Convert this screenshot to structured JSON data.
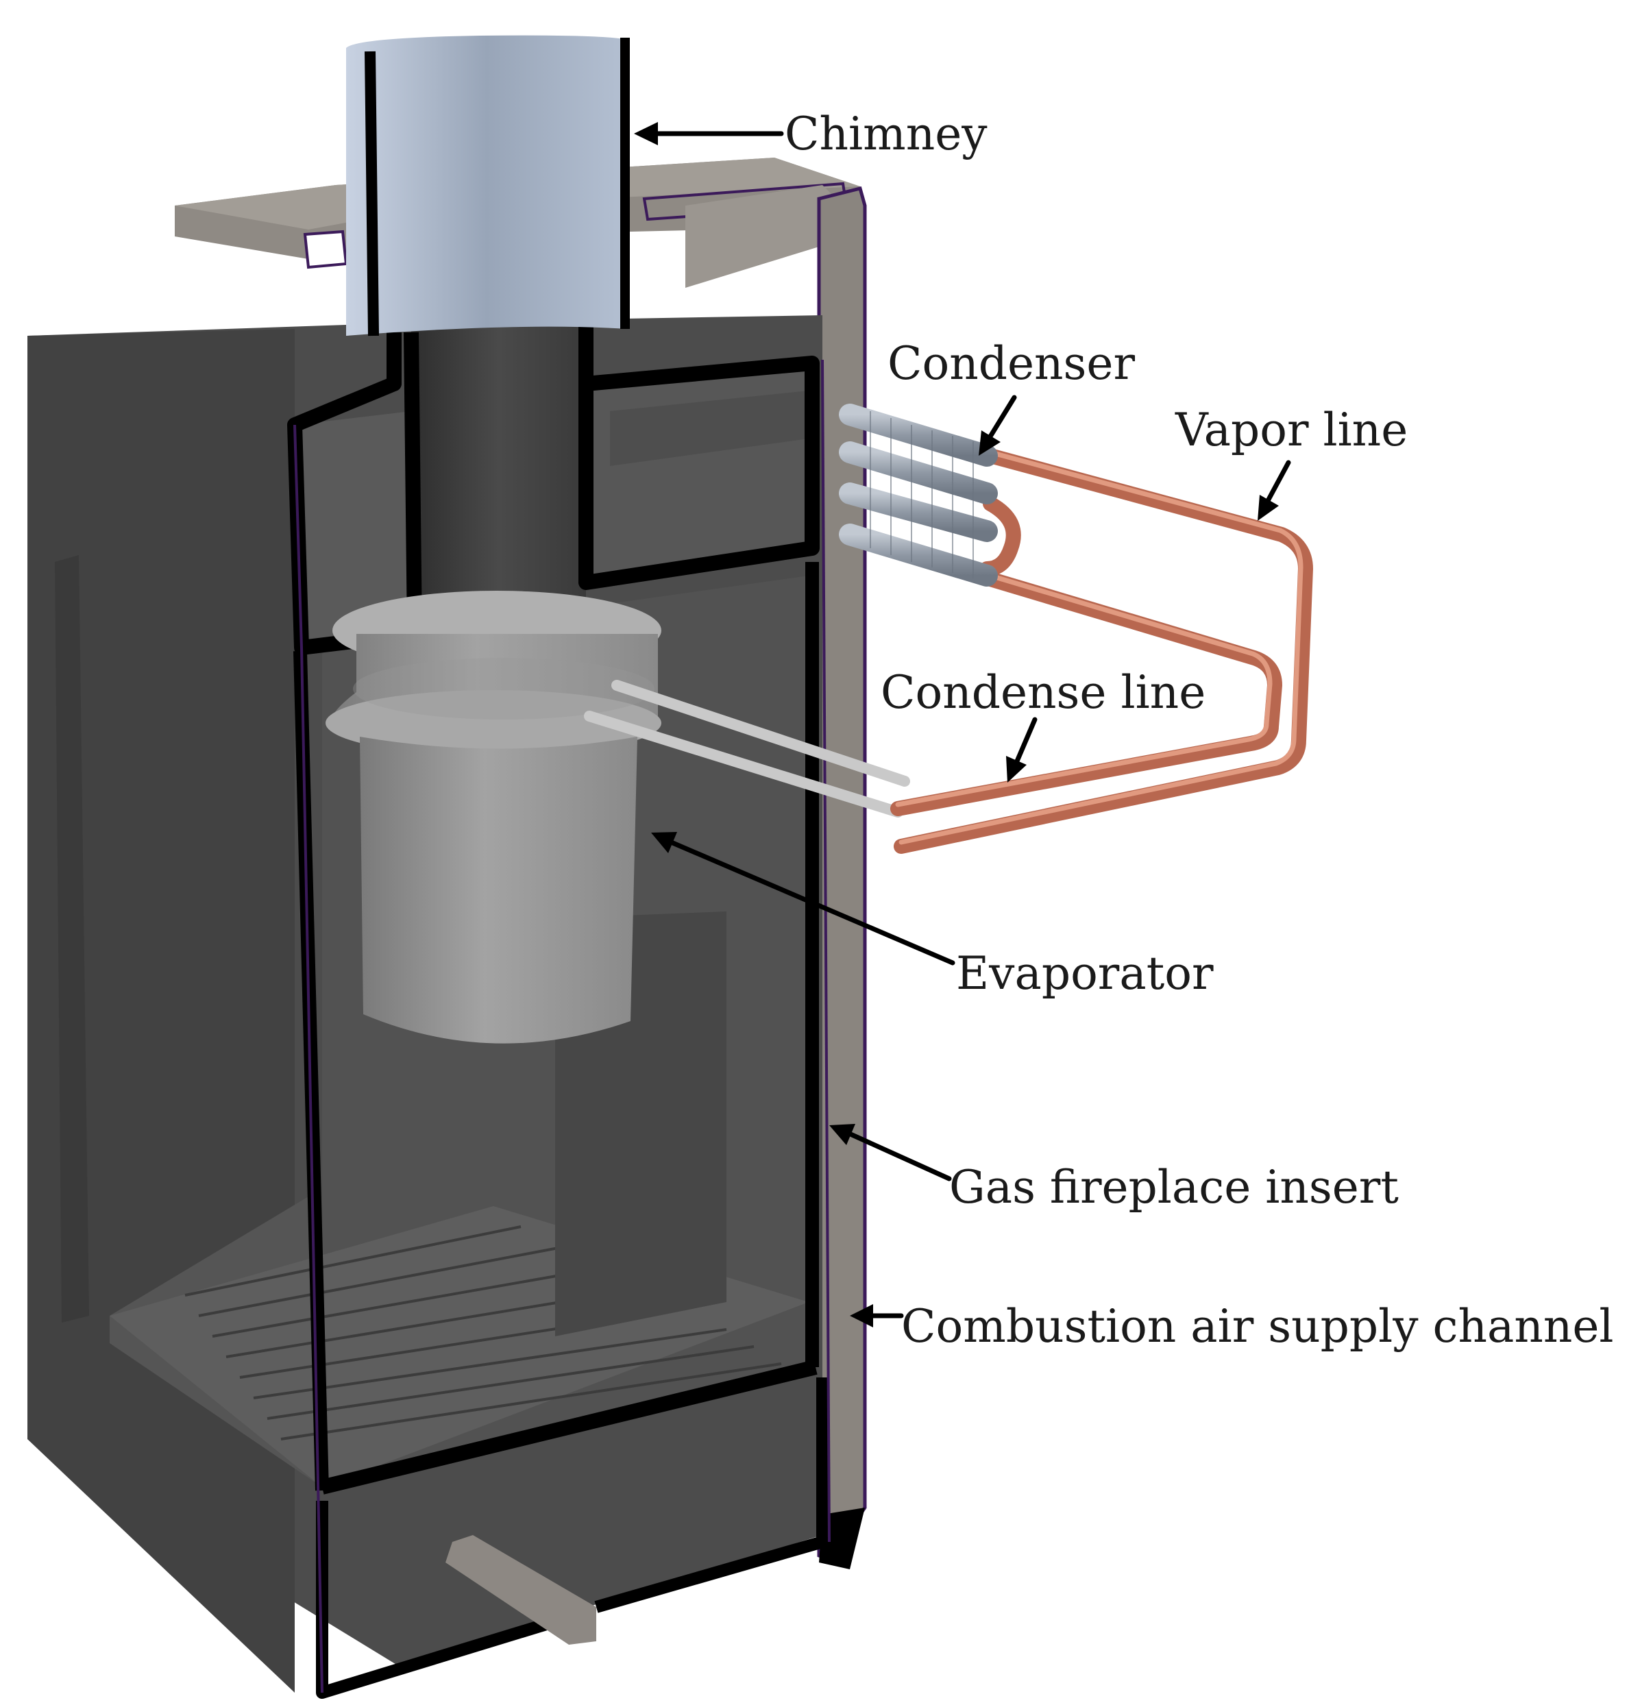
{
  "labels": {
    "chimney": "Chimney",
    "condenser": "Condenser",
    "vapor_line": "Vapor line",
    "condense_line": "Condense line",
    "evaporator": "Evaporator",
    "gas_fireplace_insert": "Gas fireplace insert",
    "combustion_air_supply_channel": "Combustion air supply channel"
  },
  "colors": {
    "housing": "#4a4a4a",
    "housing_dark": "#3a3a3a",
    "wall_outline": "#000000",
    "wall_edge": "#3b1a5a",
    "chimney": "#a9b6c8",
    "evaporator": "#8c8c8c",
    "channel": "#9b9690",
    "copper": "#c8745a",
    "condenser_fin": "#9aa3ae"
  }
}
